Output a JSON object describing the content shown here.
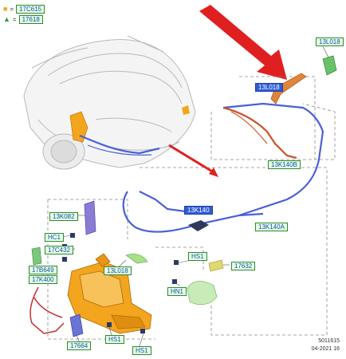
{
  "legend": [
    {
      "symbol": "■",
      "symbol_color": "#f2a51d",
      "eq": "=",
      "label": "17C615"
    },
    {
      "symbol": "▲",
      "symbol_color": "#2e9a3a",
      "eq": "=",
      "label": "17618"
    }
  ],
  "callouts": {
    "13L018_top": "13L018",
    "13L018_mid": "13L018",
    "13K140B": "13K140B",
    "13K140A": "13K140A",
    "13K140": "13K140",
    "13K082": "13K082",
    "HC1": "HC1",
    "17C432": "17C432",
    "17B649": "17B649",
    "17K400": "17K400",
    "13L018_low": "13L018",
    "HS1_top": "HS1",
    "HN1": "HN1",
    "17632": "17632",
    "17664": "17664",
    "HS1_bl": "HS1",
    "HS1_br": "HS1"
  },
  "footer": {
    "ref_number": "5011615",
    "date_code": "04-2021 16"
  },
  "colors": {
    "arrow": "#e02020",
    "hose": "#4a5fd8",
    "reservoir": "#f2a51d",
    "car_outline": "#b8b8b8",
    "dashed": "#8a8a8a"
  }
}
